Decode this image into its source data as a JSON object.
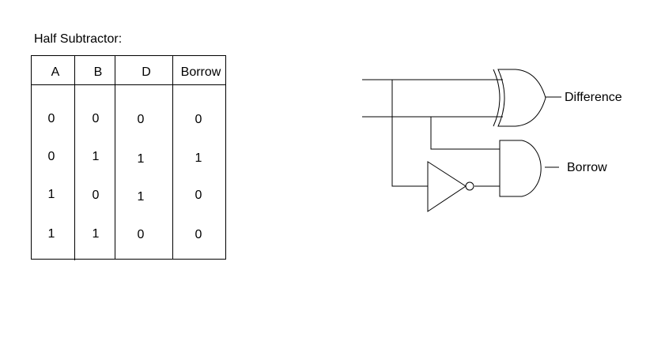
{
  "title": "Half Subtractor:",
  "table": {
    "headers": [
      "A",
      "B",
      "D",
      "Borrow"
    ],
    "rows": [
      [
        "0",
        "0",
        "0",
        "0"
      ],
      [
        "0",
        "1",
        "1",
        "1"
      ],
      [
        "1",
        "0",
        "1",
        "0"
      ],
      [
        "1",
        "1",
        "0",
        "0"
      ]
    ]
  },
  "circuit": {
    "outputs": {
      "difference": "Difference",
      "borrow": "Borrow"
    }
  }
}
